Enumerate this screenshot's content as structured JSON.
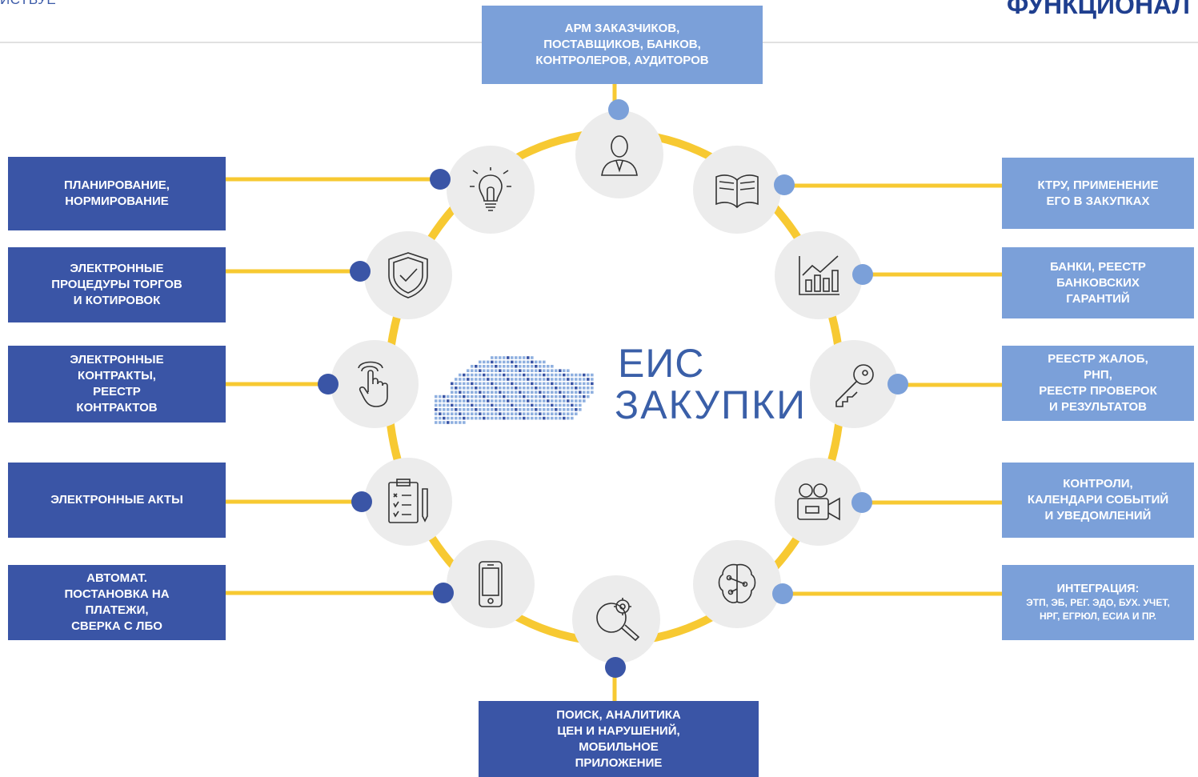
{
  "header": {
    "left_text": "ЙСТВУЕ",
    "right_text": "ФУНКЦИОНАЛ"
  },
  "center_logo": {
    "line1": "ЕИС",
    "line2": "ЗАКУПКИ"
  },
  "boxes": {
    "top": "АРМ ЗАКАЗЧИКОВ,\nПОСТАВЩИКОВ, БАНКОВ,\nКОНТРОЛЕРОВ, АУДИТОРОВ",
    "bottom": "ПОИСК, АНАЛИТИКА\nЦЕН И НАРУШЕНИЙ,\nМОБИЛЬНОЕ\nПРИЛОЖЕНИЕ",
    "left": [
      "ПЛАНИРОВАНИЕ,\nНОРМИРОВАНИЕ",
      "ЭЛЕКТРОННЫЕ\nПРОЦЕДУРЫ ТОРГОВ\nИ КОТИРОВОК",
      "ЭЛЕКТРОННЫЕ\nКОНТРАКТЫ,\nРЕЕСТР\nКОНТРАКТОВ",
      "ЭЛЕКТРОННЫЕ АКТЫ",
      "АВТОМАТ.\nПОСТАНОВКА НА\nПЛАТЕЖИ,\nСВЕРКА С ЛБО"
    ],
    "right": [
      "КТРУ, ПРИМЕНЕНИЕ\nЕГО В ЗАКУПКАХ",
      "БАНКИ, РЕЕСТР\nБАНКОВСКИХ\nГАРАНТИЙ",
      "РЕЕСТР ЖАЛОБ,\nРНП,\nРЕЕСТР ПРОВЕРОК\nИ РЕЗУЛЬТАТОВ",
      "КОНТРОЛИ,\nКАЛЕНДАРИ СОБЫТИЙ\nИ УВЕДОМЛЕНИЙ"
    ],
    "right_last_title": "ИНТЕГРАЦИЯ:",
    "right_last_body": "ЭТП, ЭБ, РЕГ. ЭДО, БУХ. УЧЕТ,\nНРГ, ЕГРЮЛ, ЕСИА И ПР."
  },
  "icons": [
    "person-icon",
    "book-icon",
    "chart-icon",
    "key-icon",
    "camera-icon",
    "brain-icon",
    "search-gear-icon",
    "mobile-icon",
    "checklist-icon",
    "touch-icon",
    "shield-icon",
    "lightbulb-icon"
  ],
  "colors": {
    "dark_blue": "#3a55a6",
    "light_blue": "#7ba0d9",
    "ring": "#f7c932",
    "icon_bg": "#ececec"
  }
}
